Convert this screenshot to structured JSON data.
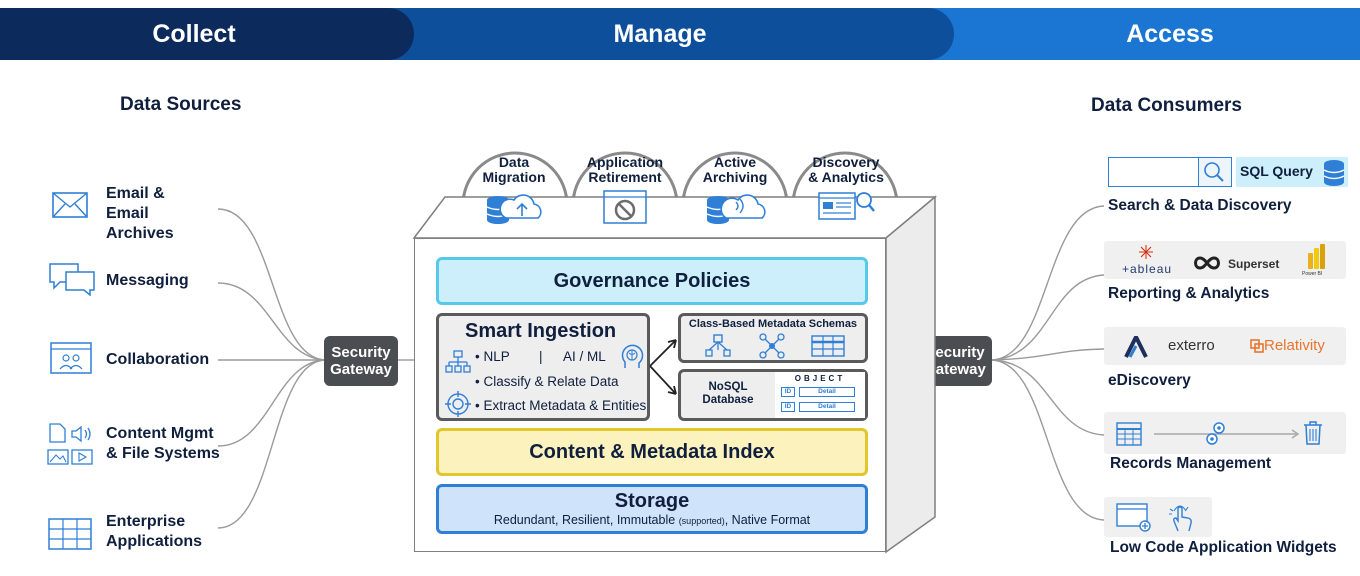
{
  "phases": {
    "collect": "Collect",
    "manage": "Manage",
    "access": "Access"
  },
  "sources": {
    "title": "Data Sources",
    "items": [
      {
        "label": "Email &\nEmail\nArchives",
        "icon": "envelope-icon"
      },
      {
        "label": "Messaging",
        "icon": "chat-bubbles-icon"
      },
      {
        "label": "Collaboration",
        "icon": "collaboration-window-icon"
      },
      {
        "label": "Content Mgmt\n& File Systems",
        "icon": "document-media-icon"
      },
      {
        "label": "Enterprise\nApplications",
        "icon": "grid-table-icon"
      }
    ]
  },
  "gateway": {
    "left": "Security\nGateway",
    "right": "Security\nGateway"
  },
  "services": [
    {
      "label": "Data\nMigration",
      "icon": "database-cloud-upload-icon"
    },
    {
      "label": "Application\nRetirement",
      "icon": "window-prohibited-icon"
    },
    {
      "label": "Active\nArchiving",
      "icon": "database-cloud-signal-icon"
    },
    {
      "label": "Discovery\n& Analytics",
      "icon": "screen-magnifier-icon"
    }
  ],
  "core": {
    "governance": "Governance Policies",
    "smart_ingestion": {
      "title": "Smart Ingestion",
      "nlp": "• NLP",
      "sep": "|",
      "aiml": "AI / ML",
      "classify": "• Classify & Relate Data",
      "extract": "• Extract Metadata & Entities"
    },
    "class_schemas": "Class-Based Metadata Schemas",
    "nosql": {
      "label": "NoSQL\nDatabase",
      "object": "OBJECT",
      "id": "ID",
      "detail": "Detail"
    },
    "index": "Content & Metadata Index",
    "storage": {
      "title": "Storage",
      "subtitle_a": "Redundant, Resilient, Immutable",
      "subtitle_small": "(supported)",
      "subtitle_b": ", Native Format"
    }
  },
  "consumers": {
    "title": "Data Consumers",
    "search": {
      "label": "Search & Data Discovery",
      "sql": "SQL Query"
    },
    "reporting": {
      "label": "Reporting & Analytics",
      "tableau": "+ableau",
      "superset": "Superset",
      "powerbi": "Power BI"
    },
    "ediscovery": {
      "label": "eDiscovery",
      "exterro": "exterro",
      "relativity": "Relativity"
    },
    "records": {
      "label": "Records Management"
    },
    "lowcode": {
      "label": "Low Code Application Widgets"
    }
  },
  "colors": {
    "navy": "#0d2a5c",
    "mid_blue": "#0e4f9c",
    "bright_blue": "#1a76d2",
    "gov_fill": "#cdeffb",
    "index_fill": "#fbf2bd",
    "storage_fill": "#cfe3fb"
  }
}
